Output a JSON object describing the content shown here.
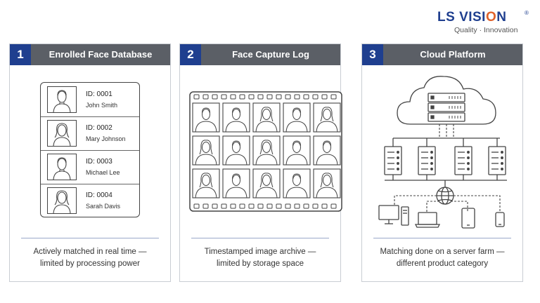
{
  "logo": {
    "brand_ls": "LS",
    "brand_vision_1": "VISI",
    "brand_vision_o": "O",
    "brand_vision_2": "N",
    "registered": "®",
    "tagline": "Quality · Innovation",
    "colors": {
      "primary": "#1f3f8f",
      "accent": "#e0622b"
    }
  },
  "panels": [
    {
      "number": "1",
      "title": "Enrolled Face Database",
      "caption_line1": "Actively matched in real time —",
      "caption_line2": "limited by processing power",
      "records": [
        {
          "id": "ID: 0001",
          "name": "John Smith"
        },
        {
          "id": "ID: 0002",
          "name": "Mary Johnson"
        },
        {
          "id": "ID: 0003",
          "name": "Michael Lee"
        },
        {
          "id": "ID: 0004",
          "name": "Sarah Davis"
        }
      ]
    },
    {
      "number": "2",
      "title": "Face Capture Log",
      "caption_line1": "Timestamped image archive —",
      "caption_line2": "limited by storage space"
    },
    {
      "number": "3",
      "title": "Cloud Platform",
      "caption_line1": "Matching done on a server farm —",
      "caption_line2": "different product category"
    }
  ],
  "colors": {
    "header_bg": "#5b5f66",
    "number_bg": "#1f3f8f",
    "line": "#444444"
  }
}
